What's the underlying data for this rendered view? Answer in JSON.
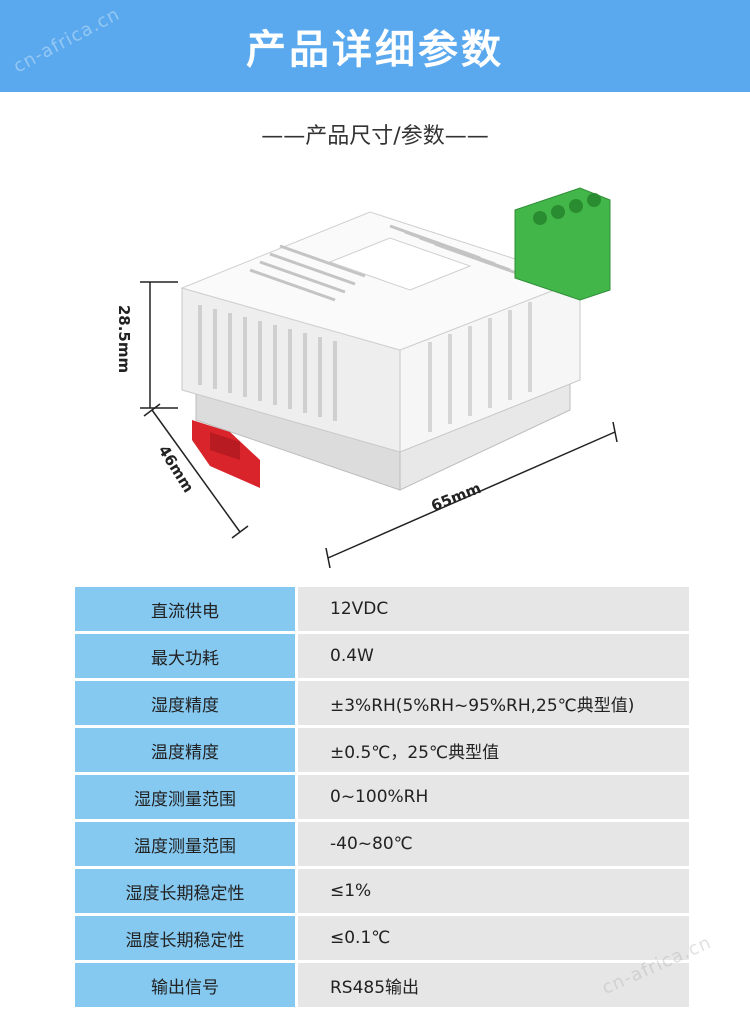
{
  "banner": {
    "title": "产品详细参数",
    "bg_color": "#5aa9ee"
  },
  "watermark": {
    "top": "cn-africa.cn",
    "bottom": "cn-africa.cn"
  },
  "section": {
    "title": "——产品尺寸/参数——"
  },
  "dimensions": {
    "height": "28.5mm",
    "depth": "46mm",
    "width": "65mm"
  },
  "product_image": {
    "description_icon": "sensor-enclosure-icon",
    "terminal_color": "#43b64a",
    "clip_color": "#d9242b"
  },
  "specs": [
    {
      "label": "直流供电",
      "value": "12VDC"
    },
    {
      "label": "最大功耗",
      "value": "0.4W"
    },
    {
      "label": "湿度精度",
      "value": "±3%RH(5%RH~95%RH,25℃典型值)"
    },
    {
      "label": "温度精度",
      "value": "±0.5℃，25℃典型值"
    },
    {
      "label": "湿度测量范围",
      "value": "0~100%RH"
    },
    {
      "label": "温度测量范围",
      "value": "-40~80℃"
    },
    {
      "label": "湿度长期稳定性",
      "value": "≤1%"
    },
    {
      "label": "温度长期稳定性",
      "value": "≤0.1℃"
    },
    {
      "label": "输出信号",
      "value": "RS485输出"
    }
  ],
  "colors": {
    "label_bg": "#85c8f0",
    "value_bg": "#e6e6e6"
  }
}
